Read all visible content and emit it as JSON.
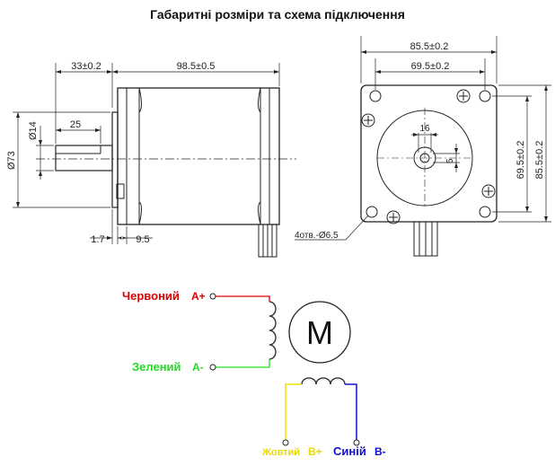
{
  "title": "Габаритні розміри та схема підключення",
  "side_view": {
    "dim_shaft_len": "33±0.2",
    "dim_body_len": "98.5±0.5",
    "dim_shaft_flat": "25",
    "dim_shaft_dia": "Ø14",
    "dim_flange_dia": "Ø73",
    "dim_boss": "1.7",
    "dim_flange_thick": "9.5"
  },
  "front_view": {
    "dim_width": "85.5±0.2",
    "dim_holes_spacing": "69.5±0.2",
    "dim_shaft_flat_w": "16",
    "dim_flat_depth": "5",
    "dim_holes_spacing_v": "69.5±0.2",
    "dim_height": "85.5±0.2",
    "holes_label": "4отв.-Ø6.5"
  },
  "wiring": {
    "motor_label": "M",
    "a_plus": {
      "name": "Червоний",
      "pin": "A+",
      "color": "#e00000"
    },
    "a_minus": {
      "name": "Зелений",
      "pin": "A-",
      "color": "#22dd22"
    },
    "b_plus": {
      "name": "Жовтий",
      "pin": "B+",
      "color": "#f0e000"
    },
    "b_minus": {
      "name": "Синій",
      "pin": "B-",
      "color": "#1010cc"
    }
  }
}
